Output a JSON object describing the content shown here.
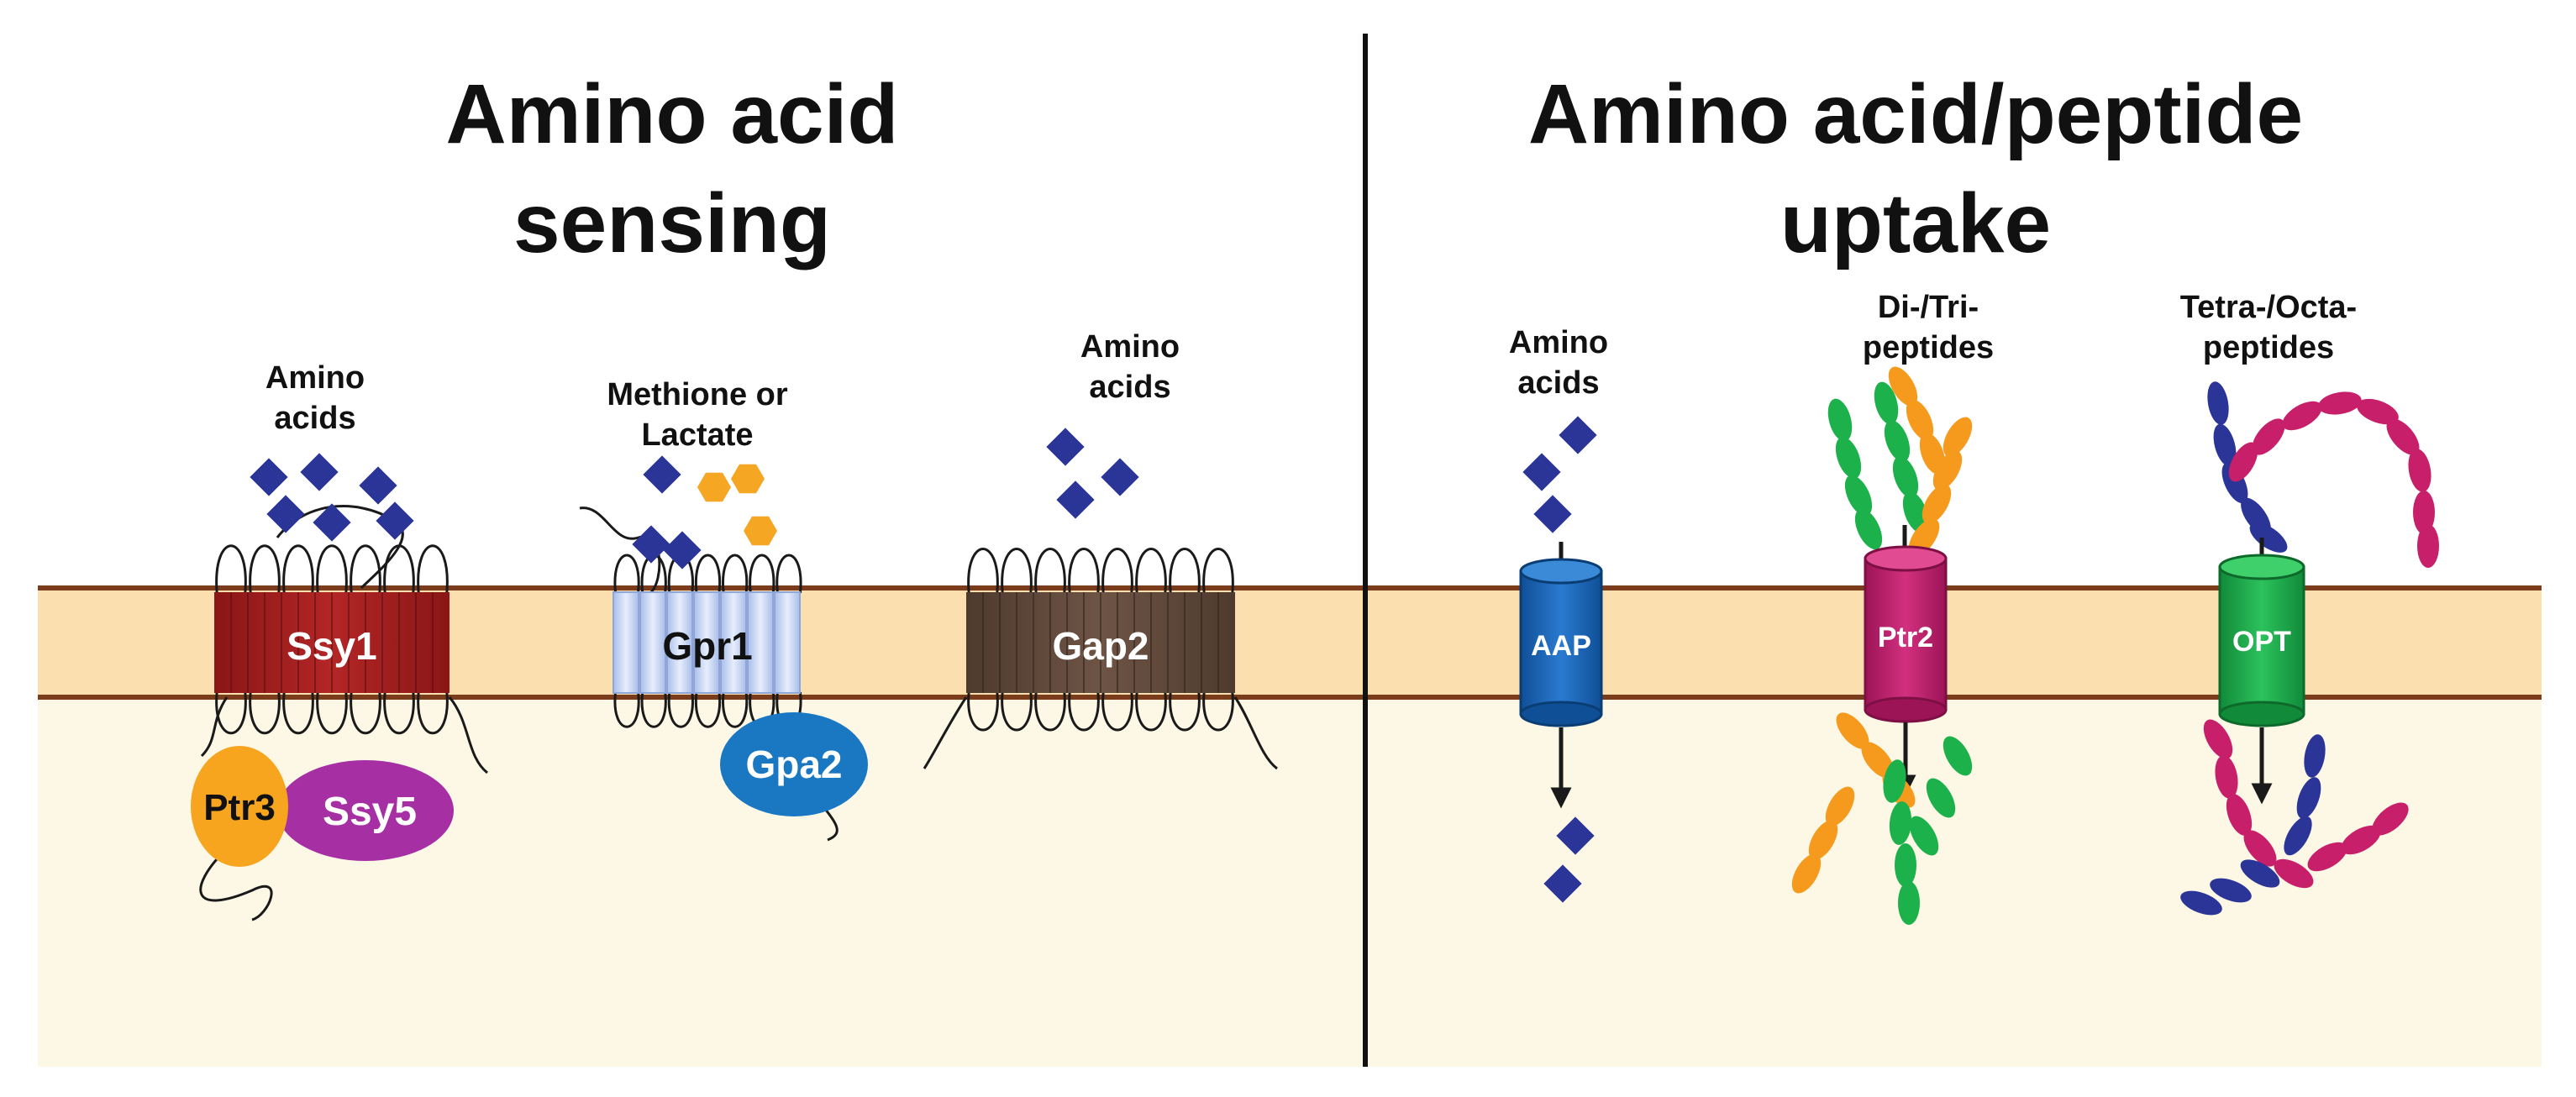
{
  "panels": {
    "left_title_line1": "Amino acid",
    "left_title_line2": "sensing",
    "right_title_line1": "Amino acid/peptide",
    "right_title_line2": "uptake"
  },
  "labels": {
    "ssy1_ligand_line1": "Amino",
    "ssy1_ligand_line2": "acids",
    "gpr1_ligand_line1": "Methione or",
    "gpr1_ligand_line2": "Lactate",
    "gap2_ligand_line1": "Amino",
    "gap2_ligand_line2": "acids",
    "aap_ligand_line1": "Amino",
    "aap_ligand_line2": "acids",
    "ptr2_ligand_line1": "Di-/Tri-",
    "ptr2_ligand_line2": "peptides",
    "opt_ligand_line1": "Tetra-/Octa-",
    "opt_ligand_line2": "peptides"
  },
  "proteins": {
    "ssy1": "Ssy1",
    "gpr1": "Gpr1",
    "gap2": "Gap2",
    "ptr3": "Ptr3",
    "ssy5": "Ssy5",
    "gpa2": "Gpa2",
    "aap": "AAP",
    "ptr2": "Ptr2",
    "opt": "OPT"
  },
  "colors": {
    "background": "#fdf8e6",
    "membrane": "#fbdfae",
    "membrane_edge": "#7a3c1a",
    "ssy1": "#9b1c1c",
    "gpr1": "#c8d6f5",
    "gap2": "#5e4638",
    "ptr3": "#f7a51e",
    "ssy5": "#a52fa3",
    "gpa2": "#1a78c2",
    "aap": "#1962b3",
    "ptr2": "#c01c6c",
    "opt": "#1aa64a",
    "amino_acid": "#2b3598",
    "lactate": "#f5a623",
    "peptide_green": "#1db14b",
    "peptide_orange": "#f59a1c",
    "peptide_magenta": "#c81f6a"
  }
}
